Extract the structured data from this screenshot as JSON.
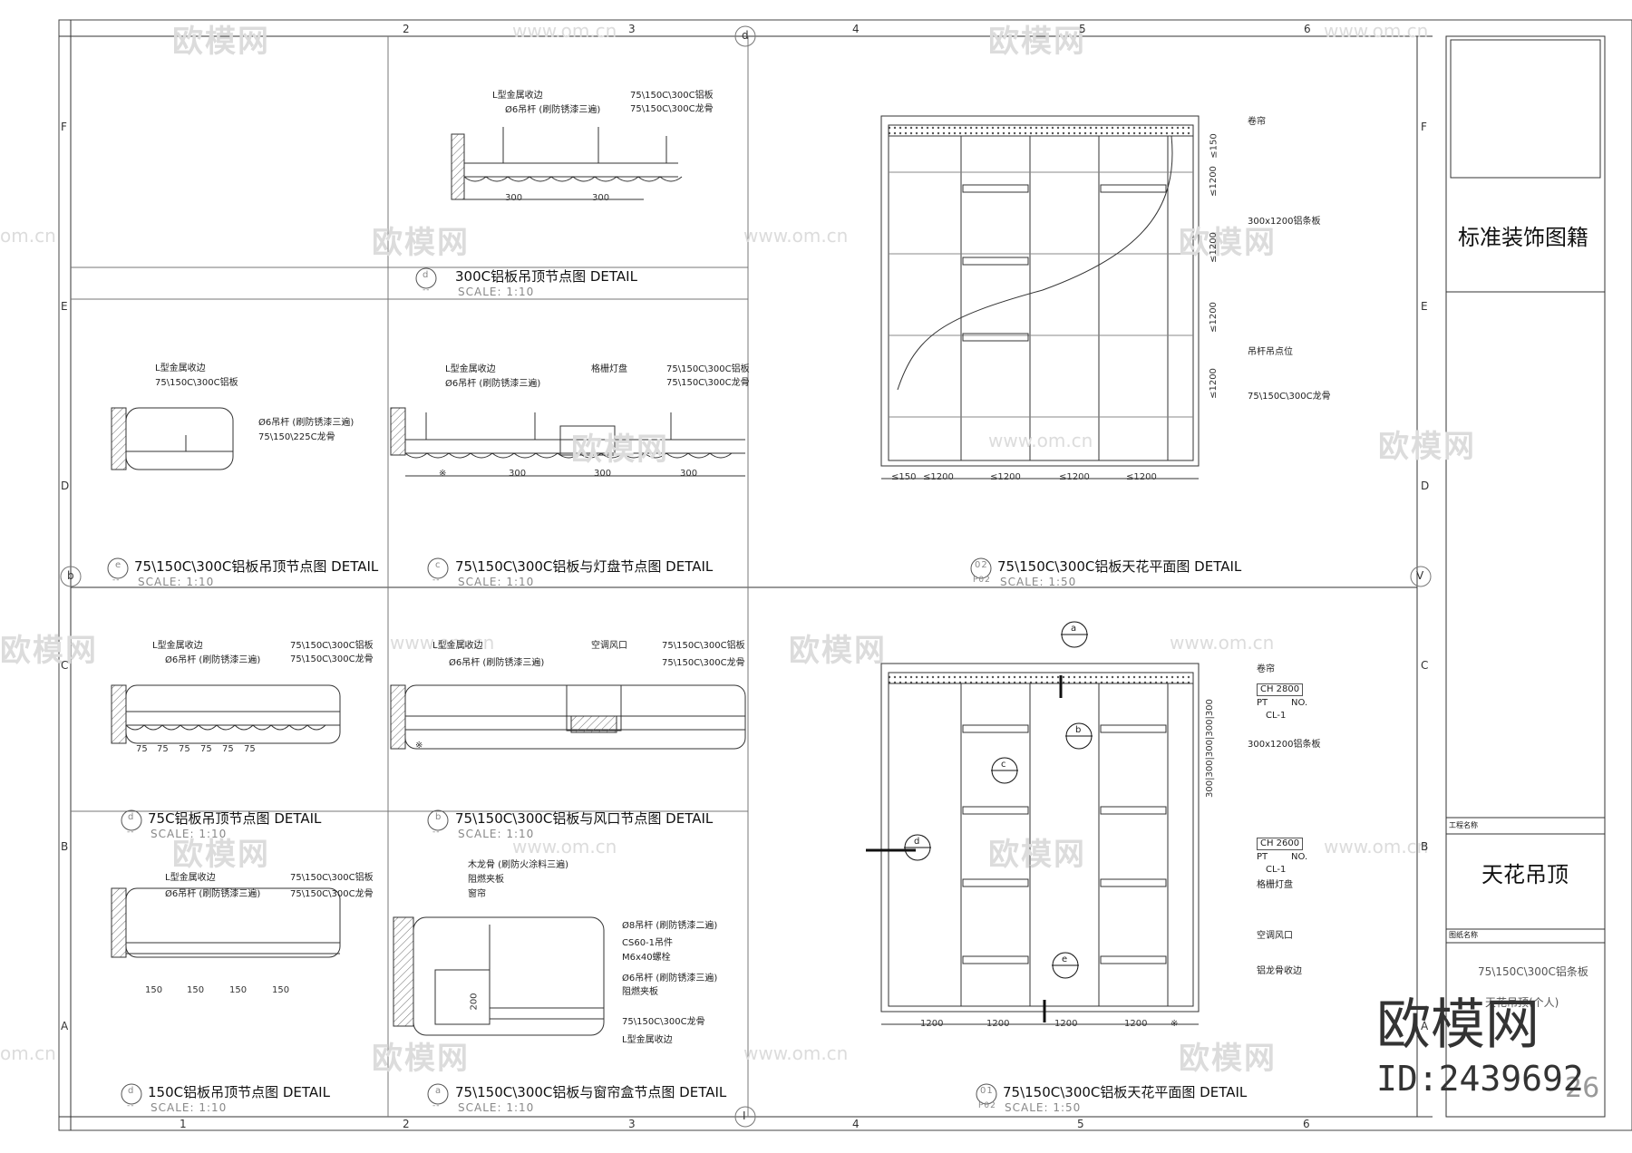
{
  "watermark": {
    "brand": "欧模网",
    "url": "www.om.cn",
    "url_short": "om.cn"
  },
  "grid": {
    "cols": [
      "1",
      "2",
      "3",
      "4",
      "5",
      "6"
    ],
    "rows": [
      "F",
      "E",
      "D",
      "C",
      "B",
      "A"
    ],
    "markers": [
      "d",
      "b",
      "V",
      "I"
    ]
  },
  "title_block": {
    "drawing_set": "标准装饰图籍",
    "drawing_title": "天花吊顶",
    "drawing_name": "75\\150C\\300C铝条板",
    "sub_name": "天花吊顶(个人)",
    "small_label_1": "工程名称",
    "small_label_2": "图纸名称",
    "sheet_no": "26"
  },
  "brand_overlay": {
    "brand": "欧模网",
    "id": "ID:2439692"
  },
  "details": [
    {
      "tag": "d",
      "sheet": "--",
      "title": "300C铝板吊顶节点图   DETAIL",
      "scale": "SCALE: 1:10",
      "notes": [
        "L型金属收边",
        "Ø6吊杆 (刷防锈漆三遍)",
        "75\\150C\\300C铝板",
        "75\\150C\\300C龙骨"
      ],
      "dims": [
        "300",
        "300"
      ]
    },
    {
      "tag": "e",
      "sheet": "--",
      "title": "75\\150C\\300C铝板吊顶节点图   DETAIL",
      "scale": "SCALE: 1:10",
      "notes": [
        "L型金属收边",
        "75\\150C\\300C铝板",
        "Ø6吊杆 (刷防锈漆三遍)",
        "75\\150\\225C龙骨"
      ],
      "dims": []
    },
    {
      "tag": "c",
      "sheet": "--",
      "title": "75\\150C\\300C铝板与灯盘节点图   DETAIL",
      "scale": "SCALE: 1:10",
      "notes": [
        "L型金属收边",
        "Ø6吊杆 (刷防锈漆三遍)",
        "格栅灯盘",
        "75\\150C\\300C铝板",
        "75\\150C\\300C龙骨"
      ],
      "dims": [
        "※",
        "300",
        "300",
        "300"
      ]
    },
    {
      "tag": "02",
      "sheet": "P02",
      "title": "75\\150C\\300C铝板天花平面图   DETAIL",
      "scale": "SCALE: 1:50",
      "notes": [
        "卷帘",
        "300x1200铝条板",
        "吊杆吊点位",
        "75\\150C\\300C龙骨"
      ],
      "dims": [
        "≤150",
        "≤1200",
        "≤1200",
        "≤1200",
        "≤1200"
      ],
      "vdims": [
        "≤150",
        "≤1200",
        "≤1200",
        "≤1200",
        "≤1200"
      ]
    },
    {
      "tag": "d",
      "sheet": "--",
      "title": "75C铝板吊顶节点图   DETAIL",
      "scale": "SCALE: 1:10",
      "notes": [
        "L型金属收边",
        "Ø6吊杆 (刷防锈漆三遍)",
        "75\\150C\\300C铝板",
        "75\\150C\\300C龙骨"
      ],
      "dims": [
        "75",
        "75",
        "75",
        "75",
        "75",
        "75"
      ]
    },
    {
      "tag": "b",
      "sheet": "--",
      "title": "75\\150C\\300C铝板与风口节点图   DETAIL",
      "scale": "SCALE: 1:10",
      "notes": [
        "L型金属收边",
        "Ø6吊杆 (刷防锈漆三遍)",
        "空调风口",
        "75\\150C\\300C铝板",
        "75\\150C\\300C龙骨"
      ],
      "dims": [
        "※"
      ]
    },
    {
      "tag": "d",
      "sheet": "--",
      "title": "150C铝板吊顶节点图   DETAIL",
      "scale": "SCALE: 1:10",
      "notes": [
        "L型金属收边",
        "Ø6吊杆 (刷防锈漆三遍)",
        "75\\150C\\300C铝板",
        "75\\150C\\300C龙骨"
      ],
      "dims": [
        "150",
        "150",
        "150",
        "150"
      ]
    },
    {
      "tag": "a",
      "sheet": "--",
      "title": "75\\150C\\300C铝板与窗帘盒节点图   DETAIL",
      "scale": "SCALE: 1:10",
      "notes": [
        "木龙骨 (刷防火涂料三遍)",
        "阻燃夹板",
        "窗帘",
        "Ø8吊杆 (刷防锈漆二遍)",
        "CS60-1吊件",
        "M6x40螺栓",
        "Ø6吊杆 (刷防锈漆三遍)",
        "阻燃夹板",
        "75\\150C\\300C龙骨",
        "L型金属收边"
      ],
      "dims": [
        "200"
      ]
    },
    {
      "tag": "01",
      "sheet": "P02",
      "title": "75\\150C\\300C铝板天花平面图   DETAIL",
      "scale": "SCALE: 1:50",
      "notes": [
        "卷帘",
        "300x1200铝条板",
        "格栅灯盘",
        "空调风口",
        "铝龙骨收边"
      ],
      "tags": [
        {
          "ch": "CH 2800",
          "pt": "PT",
          "no": "NO.",
          "cl": "CL-1"
        },
        {
          "ch": "CH 2600",
          "pt": "PT",
          "no": "NO.",
          "cl": "CL-1"
        }
      ],
      "dims": [
        "1200",
        "1200",
        "1200",
        "1200",
        "※"
      ],
      "vdim": "300|300|300|300|300",
      "sections": [
        "a",
        "b",
        "c",
        "d",
        "e"
      ]
    }
  ]
}
